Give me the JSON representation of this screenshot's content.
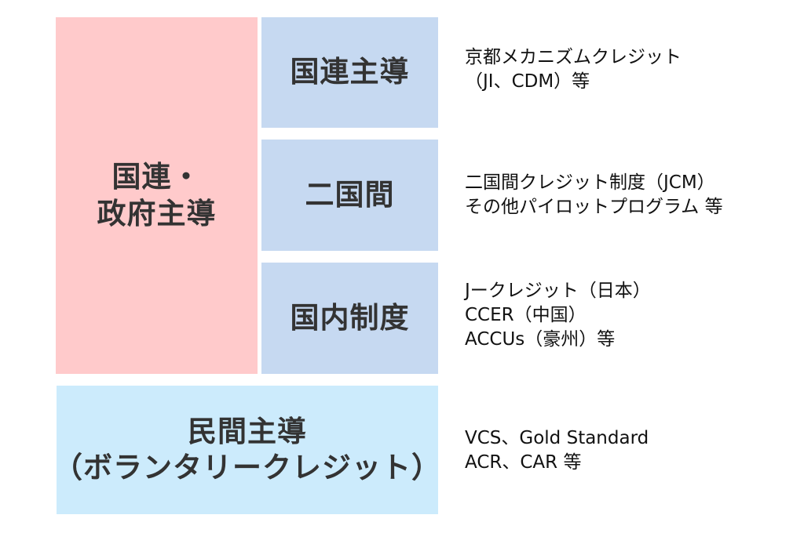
{
  "colors": {
    "pink": "#FFCACB",
    "blue": "#C6D9F1",
    "light": "#CCEBFC",
    "label_text": "#333333",
    "desc_text": "#111111"
  },
  "government_led": {
    "label_lines": [
      "国連・",
      "政府主導"
    ]
  },
  "categories": [
    {
      "label": "国連主導",
      "description_lines": [
        "京都メカニズムクレジット",
        "（JI、CDM）等"
      ]
    },
    {
      "label": "二国間",
      "description_lines": [
        "二国間クレジット制度（JCM）",
        "その他パイロットプログラム 等"
      ]
    },
    {
      "label": "国内制度",
      "description_lines": [
        "Jークレジット（日本）",
        "CCER（中国）",
        "ACCUs（豪州）等"
      ]
    }
  ],
  "private_led": {
    "label_lines": [
      "民間主導",
      "（ボランタリークレジット）"
    ],
    "description_lines": [
      "VCS、Gold Standard",
      "ACR、CAR 等"
    ]
  }
}
